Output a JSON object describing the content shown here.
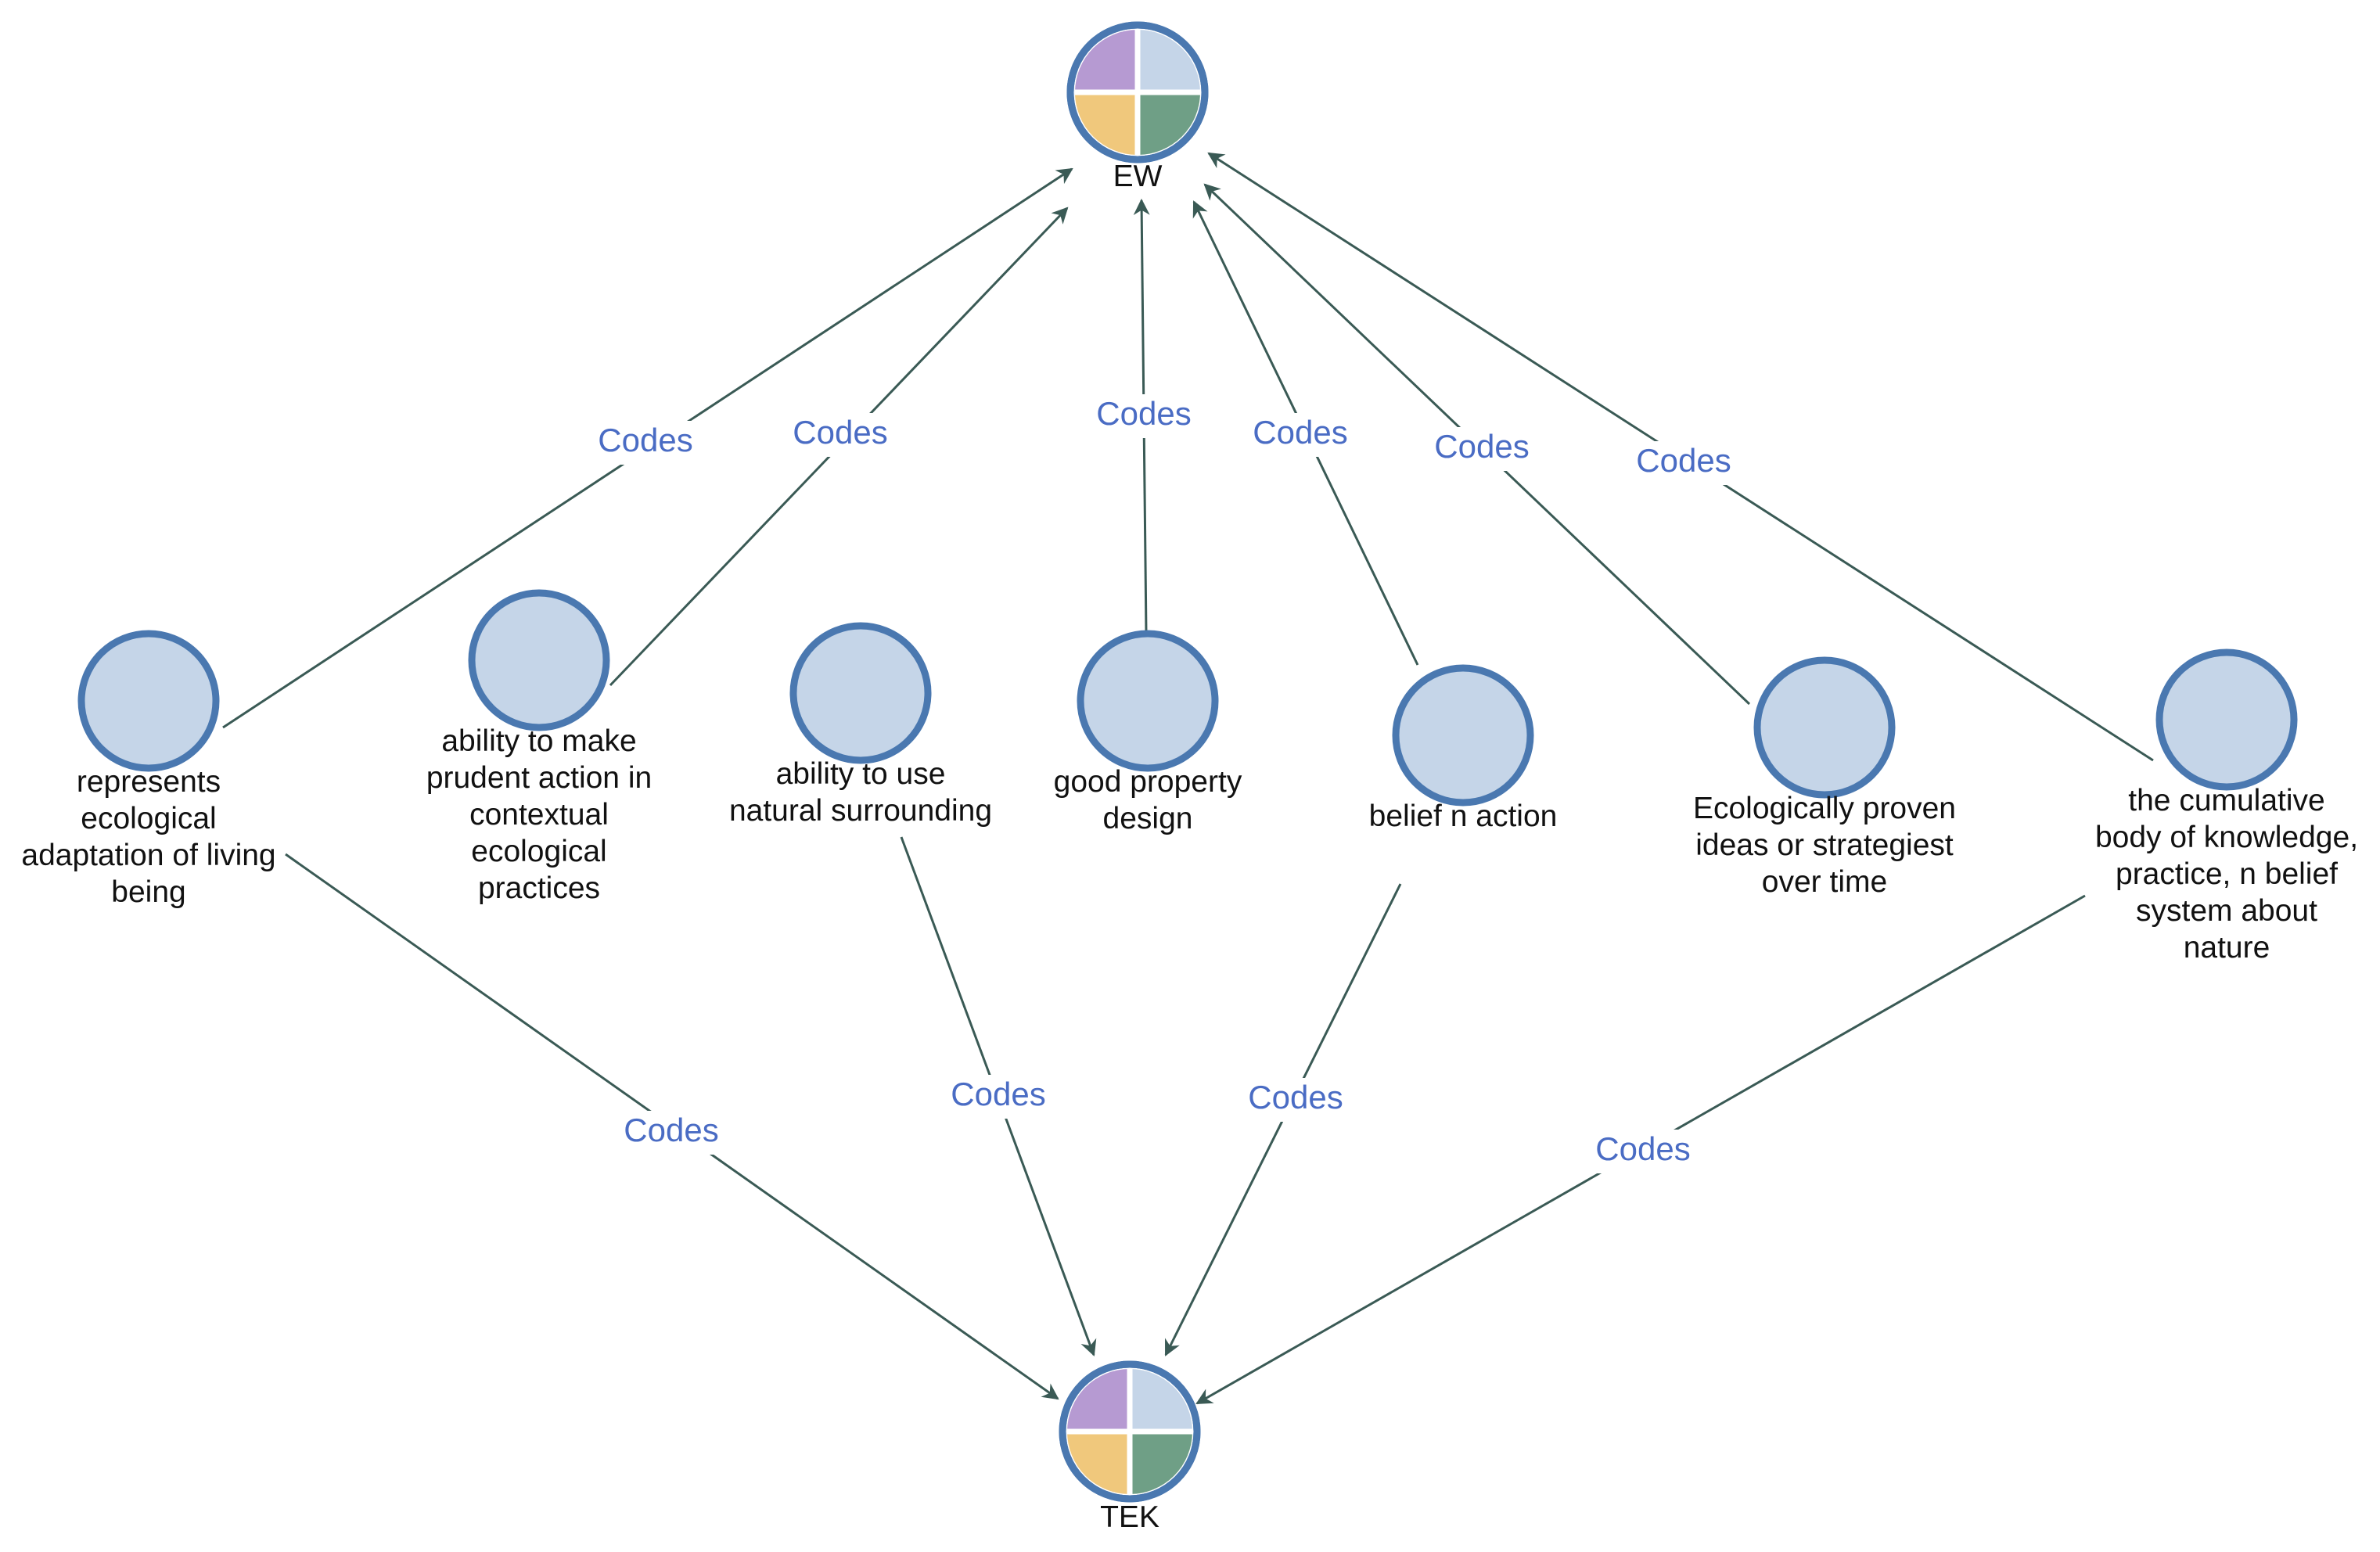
{
  "colors": {
    "edge": "#3a5a55",
    "edge_label": "#4a6cc4",
    "node_fill": "#c5d5e8",
    "node_stroke": "#4a78b0",
    "quad_purple": "#b69ad2",
    "quad_light_blue": "#c5d5e8",
    "quad_yellow": "#f0c87c",
    "quad_green": "#6f9f86"
  },
  "hubs": {
    "top": {
      "label": "EW"
    },
    "bottom": {
      "label": "TEK"
    }
  },
  "edge_label": "Codes",
  "codes": [
    {
      "id": "c1",
      "lines": [
        "represents",
        "ecological",
        "adaptation of living",
        "being"
      ]
    },
    {
      "id": "c2",
      "lines": [
        "ability to make",
        "prudent action in",
        "contextual",
        "ecological",
        "practices"
      ]
    },
    {
      "id": "c3",
      "lines": [
        "ability to use",
        "natural surrounding"
      ]
    },
    {
      "id": "c4",
      "lines": [
        "good property",
        "design"
      ]
    },
    {
      "id": "c5",
      "lines": [
        "belief n action"
      ]
    },
    {
      "id": "c6",
      "lines": [
        "Ecologically proven",
        "ideas or strategiest",
        "over time"
      ]
    },
    {
      "id": "c7",
      "lines": [
        "the cumulative",
        "body of knowledge,",
        "practice, n belief",
        "system about",
        "nature"
      ]
    }
  ],
  "edges": [
    {
      "from": "c1",
      "to": "top"
    },
    {
      "from": "c2",
      "to": "top"
    },
    {
      "from": "c4",
      "to": "top"
    },
    {
      "from": "c5",
      "to": "top"
    },
    {
      "from": "c6",
      "to": "top"
    },
    {
      "from": "c7",
      "to": "top"
    },
    {
      "from": "c1",
      "to": "bottom"
    },
    {
      "from": "c3",
      "to": "bottom"
    },
    {
      "from": "c5",
      "to": "bottom"
    },
    {
      "from": "c7",
      "to": "bottom"
    }
  ]
}
